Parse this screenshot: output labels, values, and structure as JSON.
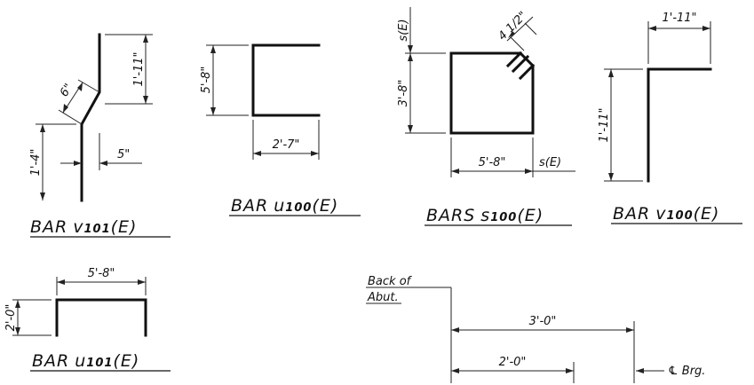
{
  "diagram": {
    "bar_v101": {
      "title": "BAR v101(E)",
      "title_prefix": "BAR",
      "title_letter": "v",
      "title_sub": "101",
      "title_suffix": "(E)",
      "dim_top": "1'-11\"",
      "dim_diag": "6\"",
      "dim_bottom": "1'-4\"",
      "dim_offset": "5\""
    },
    "bar_u100": {
      "title": "BAR u100(E)",
      "title_prefix": "BAR",
      "title_letter": "u",
      "title_sub": "100",
      "title_suffix": "(E)",
      "dim_height": "5'-8\"",
      "dim_width": "2'-7\""
    },
    "bars_s100": {
      "title_prefix": "BARS",
      "title_letter": "s",
      "title_sub": "100",
      "title_suffix": "(E)",
      "dim_height": "3'-8\"",
      "dim_width": "5'-8\"",
      "dim_hook": "4 1/2\"",
      "spacing_top": "s(E)",
      "spacing_right": "s(E)"
    },
    "bar_v100": {
      "title_prefix": "BAR",
      "title_letter": "v",
      "title_sub": "100",
      "title_suffix": "(E)",
      "dim_top": "1'-11\"",
      "dim_height": "1'-11\""
    },
    "bar_u101": {
      "title_prefix": "BAR",
      "title_letter": "u",
      "title_sub": "101",
      "title_suffix": "(E)",
      "dim_width": "5'-8\"",
      "dim_height": "2'-0\""
    },
    "bearing_detail": {
      "back_of": "Back of",
      "abut": "Abut.",
      "dim_long": "3'-0\"",
      "dim_short": "2'-0\"",
      "cl_brg": "℄ Brg."
    }
  }
}
